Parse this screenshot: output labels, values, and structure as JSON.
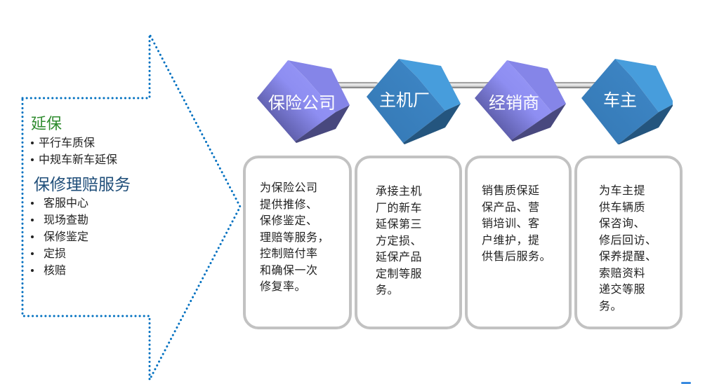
{
  "left_panel": {
    "section1": {
      "title": "延保",
      "items": [
        "平行车质保",
        "中规车新车延保"
      ]
    },
    "section2": {
      "title": "保修理赔服务",
      "items": [
        "客服中心",
        "现场查勘",
        "保修鉴定",
        "定损",
        "核赔"
      ]
    }
  },
  "chain": [
    {
      "label": "保险公司",
      "color": "purple",
      "description": "为保险公司\n提供推修、\n保修鉴定、\n理赔等服务，\n控制赔付率\n和确保一次\n修复率。"
    },
    {
      "label": "主机厂",
      "color": "blue",
      "description": "承接主机\n厂的新车\n延保第三\n方定损、\n延保产品\n定制等服\n务。"
    },
    {
      "label": "经销商",
      "color": "purple",
      "description": "销售质保延\n保产品、营\n销培训、客\n户维护，提\n供售后服务。"
    },
    {
      "label": "车主",
      "color": "blue",
      "description": "为车主提\n供车辆质\n保咨询、\n修后回访、\n保养提醒、\n索赔资料\n递交等服\n务。"
    }
  ],
  "colors": {
    "arrow_outline": "#0070c0",
    "section1_title": "#2e8b2e",
    "section2_title": "#1f4e79",
    "cube_purple": "#8b8bf0",
    "cube_blue": "#3d86c6",
    "box_border": "#c2c2c2"
  }
}
